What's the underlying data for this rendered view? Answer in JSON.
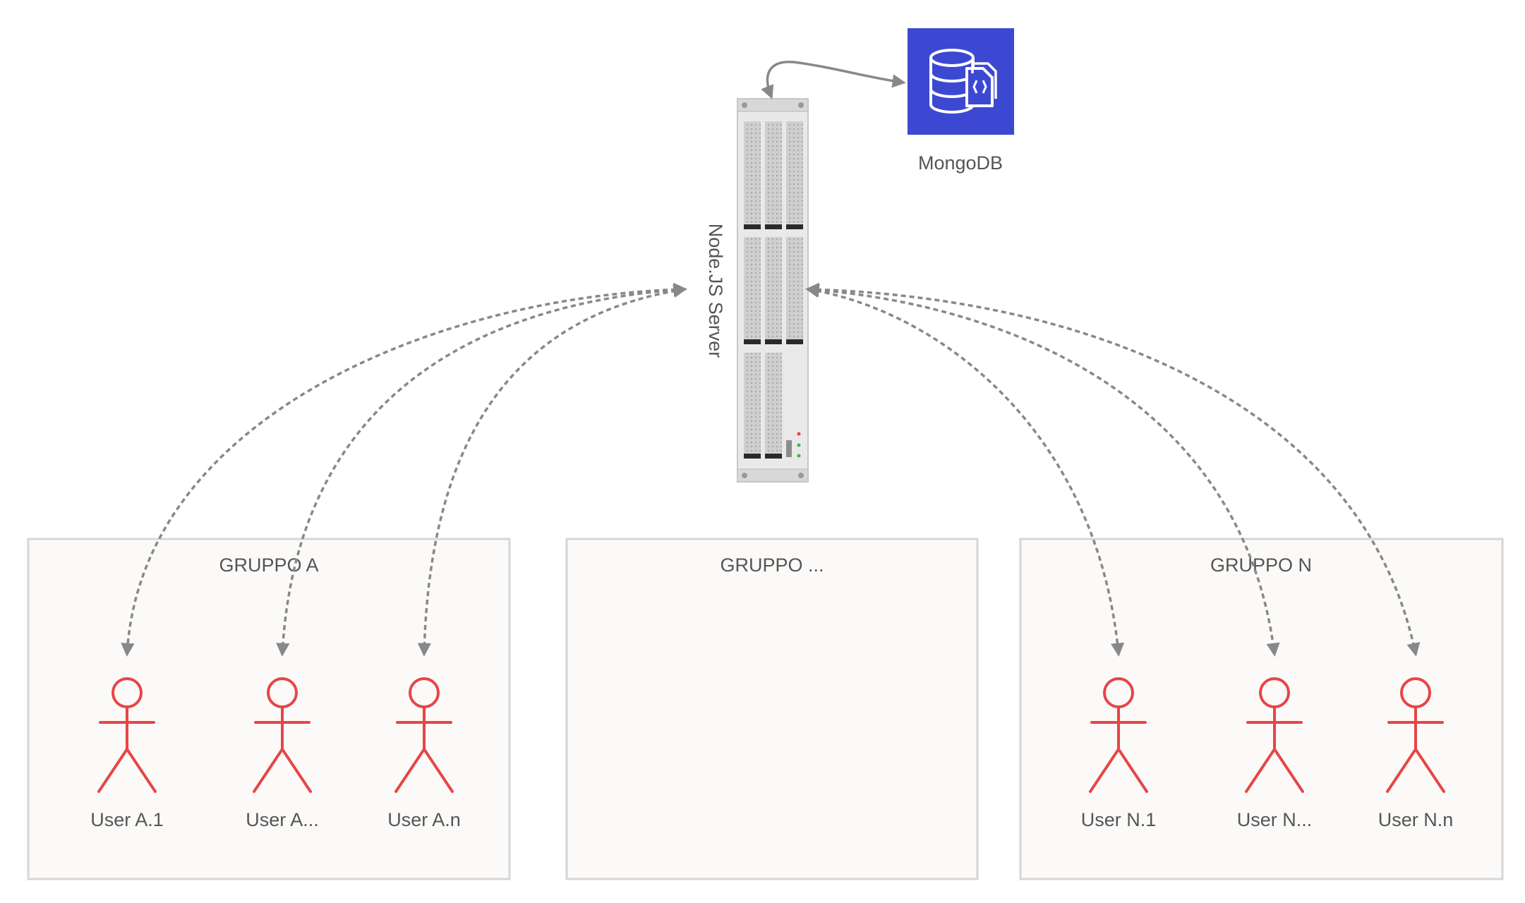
{
  "database": {
    "label": "MongoDB",
    "color": "#3d48d2",
    "icon": "database-document-icon"
  },
  "server": {
    "label": "Node.JS Server"
  },
  "groups": [
    {
      "id": "a",
      "title": "GRUPPO A",
      "users": [
        "User A.1",
        "User A...",
        "User A.n"
      ]
    },
    {
      "id": "mid",
      "title": "GRUPPO ...",
      "users": []
    },
    {
      "id": "n",
      "title": "GRUPPO N",
      "users": [
        "User N.1",
        "User N...",
        "User N.n"
      ]
    }
  ],
  "colors": {
    "actor": "#e84545",
    "connector": "#888888",
    "group_fill": "#fbfaf8",
    "group_border": "#d6d6d6"
  }
}
